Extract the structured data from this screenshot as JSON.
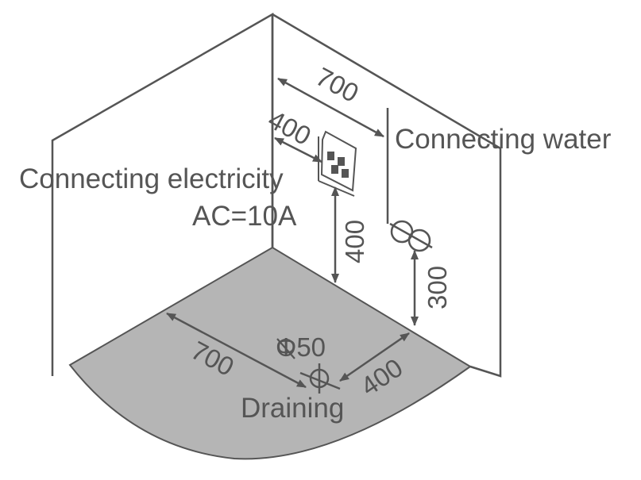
{
  "labels": {
    "water": "Connecting water",
    "electricity_line1": "Connecting electricity",
    "electricity_line2": "AC=10A",
    "draining": "Draining"
  },
  "dimensions": {
    "socket_from_corner": "700",
    "socket_wall_offset": "400",
    "socket_height": "400",
    "water_height": "300",
    "drain_diameter": "Φ50",
    "drain_left": "700",
    "drain_right": "400"
  },
  "colors": {
    "line": "#555555",
    "floor": "#b5b5b5",
    "background": "#ffffff"
  }
}
